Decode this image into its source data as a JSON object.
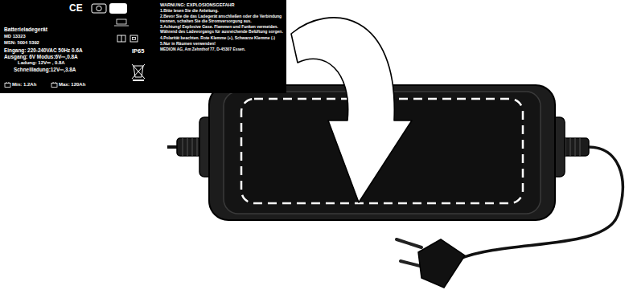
{
  "diagram": {
    "nodes": [
      {
        "text": [
          "CE",
          "Batterieladegerät",
          "MD 13323",
          "MSN: 5004 5392",
          "Eingang:  220-240VAC 50Hz 0.6A",
          "Ausgang:  6V Modus:6V⎓,0.8A",
          "Ladung: 12V⎓ , 0.8A",
          "Schnellladung:12V⎓,3.8A",
          "IP65",
          "Min: 1.2Ah",
          "Max: 120Ah",
          "WARNUNG: EXPLOSIONSGEFAHR",
          "1.Bitte lesen Sie die Anleitung.",
          "2.Bevor Sie die das Ladegerät anschließen oder die Verbindung trennen, schalten Sie die Stromversorgung aus.",
          "3.Achtung! Explosive Gase. Flammen und Funken vermeiden. Während des Ladevorgangs für ausreichende Belüftung sorgen.",
          "4.Polarität beachten. Rote Klemme (+), Schwarze Klemme (-)",
          "5.Nur in Räumen verwenden!",
          "MEDION AG, Am Zehnthof 77, D-45307 Essen."
        ]
      }
    ]
  }
}
